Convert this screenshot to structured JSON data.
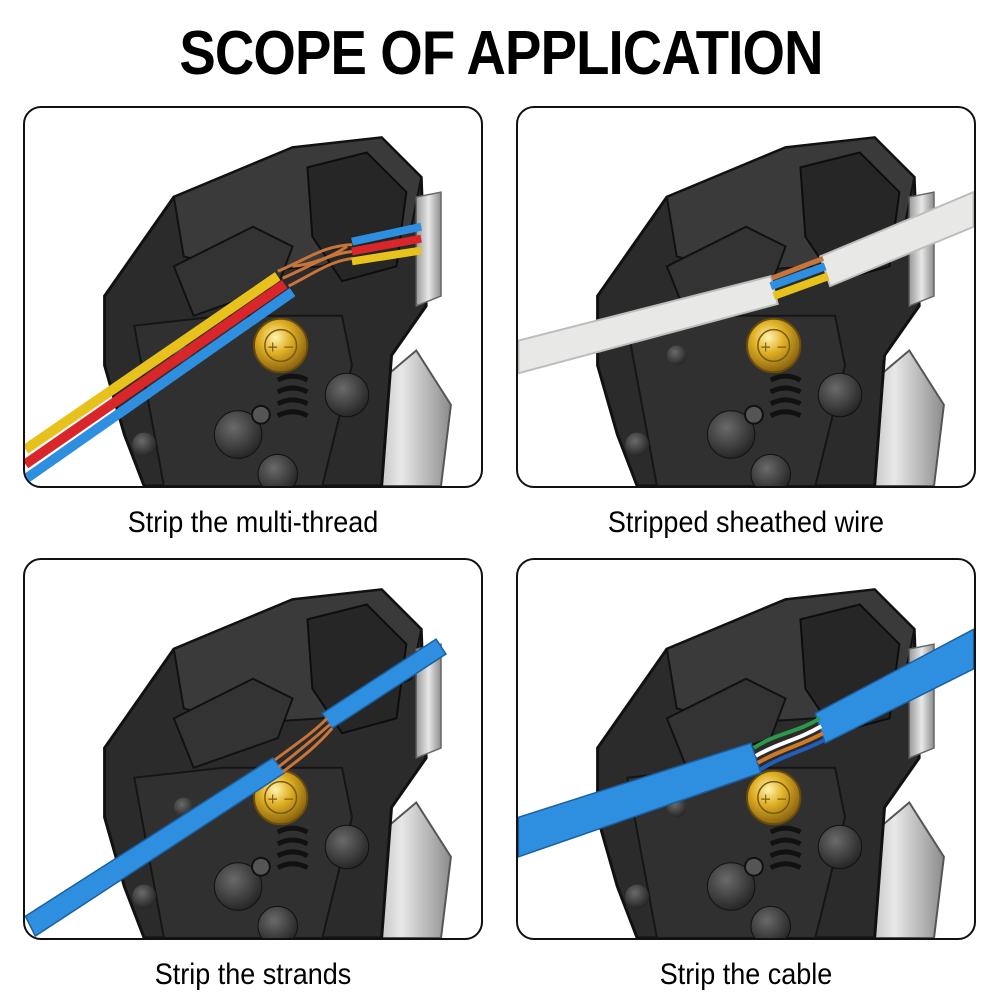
{
  "title": "SCOPE OF APPLICATION",
  "panels": [
    {
      "caption": "Strip the multi-thread",
      "wire": "multi-color"
    },
    {
      "caption": "Stripped sheathed wire",
      "wire": "white-sheathed"
    },
    {
      "caption": "Strip the strands",
      "wire": "blue-single"
    },
    {
      "caption": "Strip the cable",
      "wire": "blue-cable"
    }
  ],
  "colors": {
    "tool_body": "#2b2b2b",
    "tool_edge": "#4a4a4a",
    "knob": "#d9a820",
    "copper": "#c8743a",
    "blue_wire": "#2e8fe0",
    "white_wire": "#e8e8e6",
    "yellow_wire": "#e8c21c",
    "red_wire": "#d9262a"
  }
}
